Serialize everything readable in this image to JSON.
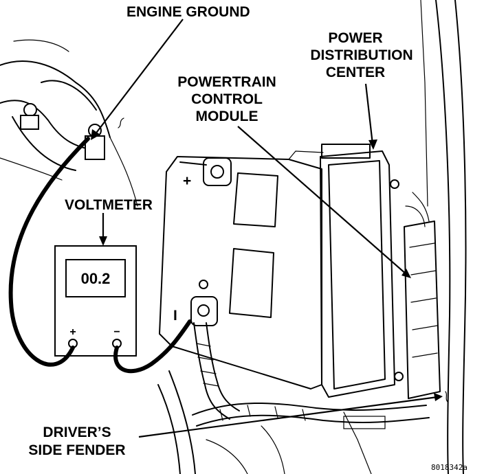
{
  "labels": {
    "engine_ground": "ENGINE GROUND",
    "pdc_line1": "POWER",
    "pdc_line2": "DISTRIBUTION",
    "pdc_line3": "CENTER",
    "pcm_line1": "POWERTRAIN",
    "pcm_line2": "CONTROL",
    "pcm_line3": "MODULE",
    "voltmeter": "VOLTMETER",
    "fender_line1": "DRIVER’S",
    "fender_line2": "SIDE FENDER",
    "figure_code": "8018342a"
  },
  "voltmeter": {
    "reading": "00.2",
    "positive_terminal": "+",
    "negative_terminal": "−"
  },
  "battery": {
    "positive_mark": "+",
    "negative_mark": "I"
  }
}
